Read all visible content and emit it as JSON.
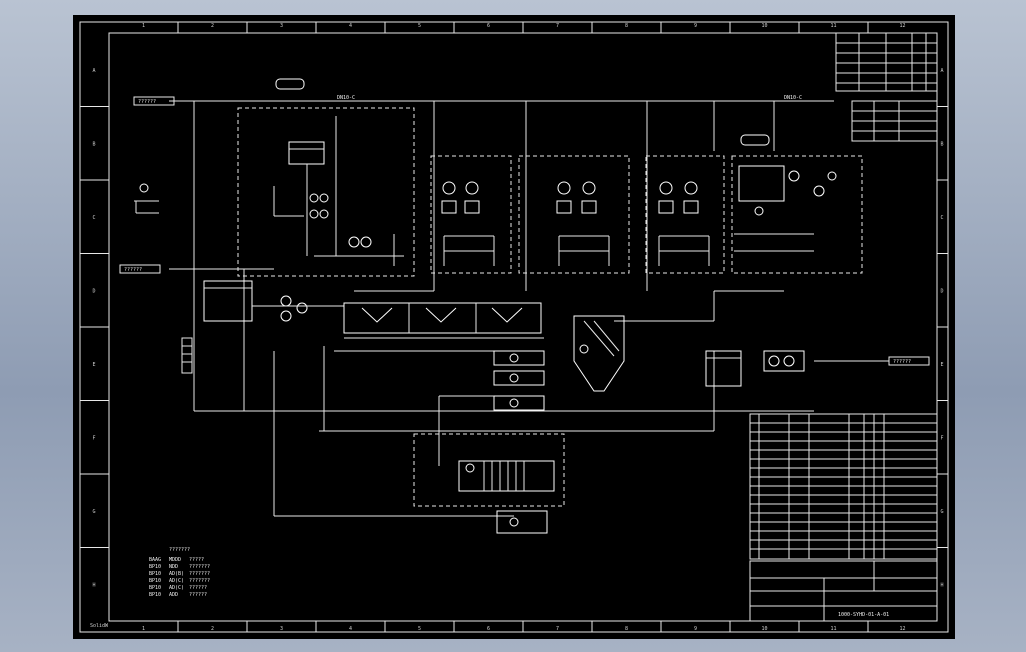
{
  "colors": {
    "background": "#000000",
    "lines": "#e8e8e8",
    "viewer_bg": "#9aa7bb"
  },
  "frame": {
    "top_numbers": [
      "1",
      "2",
      "3",
      "4",
      "5",
      "6",
      "7",
      "8",
      "9",
      "10",
      "11",
      "12"
    ],
    "side_letters": [
      "A",
      "B",
      "C",
      "D",
      "E",
      "F",
      "G",
      "H"
    ]
  },
  "drawing": {
    "feed_label_1": "??????",
    "feed_label_2": "??????",
    "outlet_label": "??????",
    "top_right_tag": "DN10-C",
    "top_left_tag": "DN10-C",
    "legend_title": "???????",
    "legend_rows": [
      {
        "code": "BAAG",
        "name": "MDDD",
        "desc": "?????"
      },
      {
        "code": "BP10",
        "name": "NDD",
        "desc": "???????"
      },
      {
        "code": "BP10",
        "name": "AD(B)",
        "desc": "???????"
      },
      {
        "code": "BP10",
        "name": "AD(C)",
        "desc": "???????"
      },
      {
        "code": "BP10",
        "name": "AD(C)",
        "desc": "??????"
      },
      {
        "code": "BP10",
        "name": "ADD",
        "desc": "??????"
      }
    ],
    "drawing_number": "1000-SYHD-01-A-01",
    "corner_mark": "SolidW"
  }
}
